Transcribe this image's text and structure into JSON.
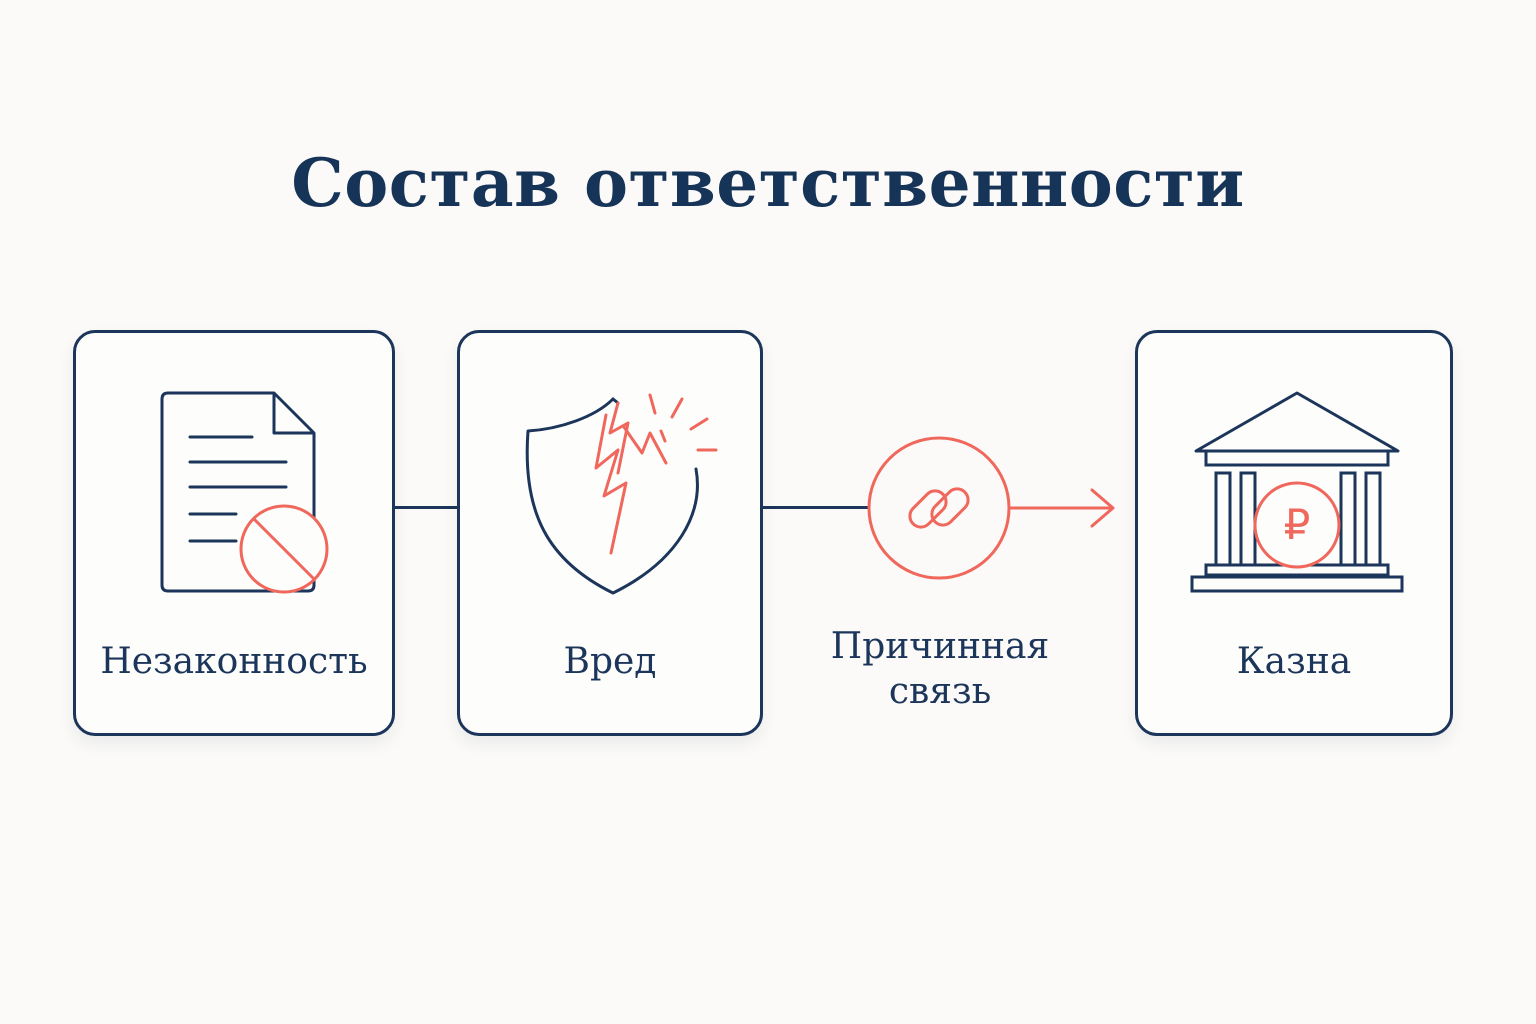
{
  "title": "Состав ответственности",
  "colors": {
    "navy": "#1c355a",
    "accent": "#f0675c",
    "background": "#fbfaf8"
  },
  "elements": [
    {
      "label": "Незаконность",
      "icon": "document-prohibited-icon"
    },
    {
      "label": "Вред",
      "icon": "cracked-shield-icon"
    },
    {
      "label": "Причинная связь",
      "icon": "chain-link-icon"
    },
    {
      "label": "Казна",
      "icon": "treasury-ruble-icon"
    }
  ],
  "ruble_symbol": "₽"
}
